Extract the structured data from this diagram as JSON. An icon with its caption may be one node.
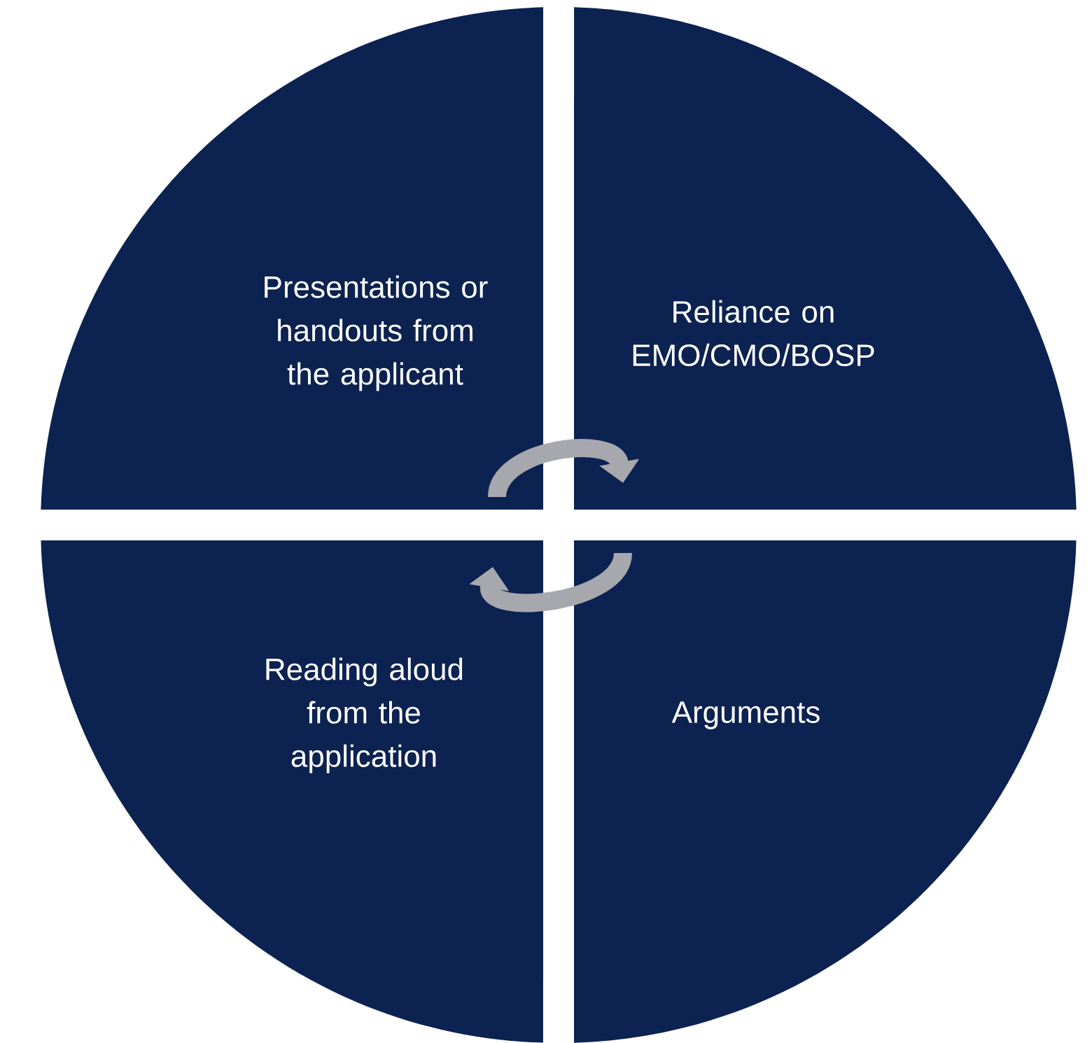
{
  "diagram": {
    "nodes": [
      {
        "text": [
          "Presentations or handouts from the applicant"
        ]
      },
      {
        "text": [
          "Reliance on EMO/CMO/BOSP"
        ]
      },
      {
        "text": [
          "Reading aloud from the application"
        ]
      },
      {
        "text": [
          "Arguments"
        ]
      }
    ],
    "edges": [
      {
        "from": 0,
        "to": 1,
        "arrow": "to"
      },
      {
        "from": 3,
        "to": 2,
        "arrow": "to"
      }
    ]
  }
}
